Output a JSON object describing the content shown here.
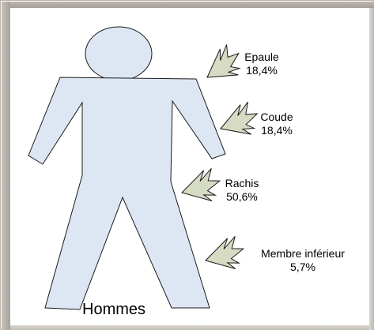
{
  "title": "Hommes",
  "regions": [
    {
      "name": "Epaule",
      "value": "18,4%"
    },
    {
      "name": "Coude",
      "value": "18,4%"
    },
    {
      "name": "Rachis",
      "value": "50,6%"
    },
    {
      "name": "Membre inférieur",
      "value": "5,7%"
    }
  ],
  "colors": {
    "body_fill": "#dde7f3",
    "body_stroke": "#1a1a1a",
    "arrow_fill": "#d6dcc4",
    "frame": "#b0a9a2",
    "background": "#ffffff"
  },
  "icons": [
    "human-silhouette",
    "lightning-arrow-icon"
  ]
}
